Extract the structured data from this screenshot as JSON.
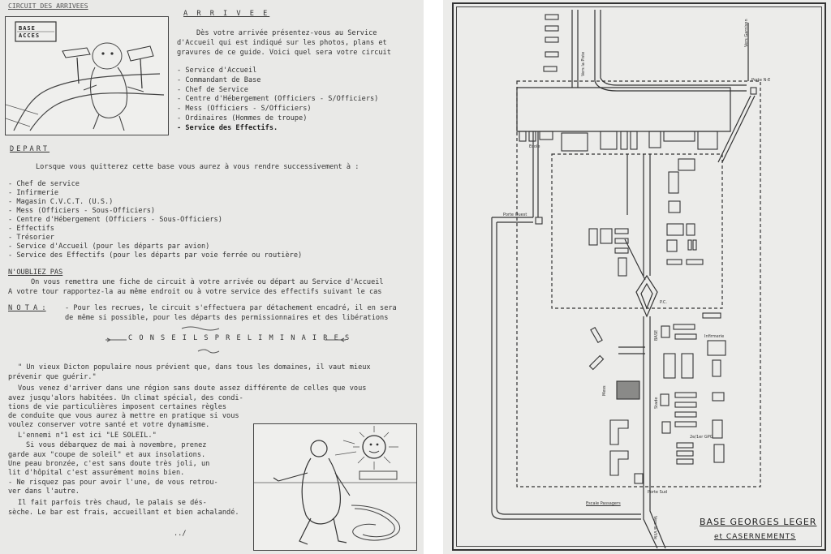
{
  "left_page": {
    "header": "CIRCUIT DES ARRIVEES",
    "sign": "BASE\nACCES",
    "arrivee": {
      "title": "A R R I V E E",
      "lines": [
        "Dès votre arrivée présentez-vous au Service",
        "d'Accueil qui est indiqué sur les photos, plans et",
        "gravures de ce guide. Voici quel sera votre circuit"
      ],
      "items": [
        "- Service d'Accueil",
        "- Commandant de Base",
        "- Chef de Service",
        "- Centre d'Hébergement (Officiers - S/Officiers)",
        "- Mess (Officiers - S/Officiers)",
        "- Ordinaires (Hommes de troupe)",
        "- Service des Effectifs."
      ]
    },
    "depart": {
      "title": "DEPART",
      "intro": "Lorsque vous quitterez cette base vous aurez à vous rendre successivement à :",
      "items": [
        "- Chef de service",
        "- Infirmerie",
        "- Magasin C.V.C.T. (U.S.)",
        "- Mess (Officiers - Sous-Officiers)",
        "- Centre d'Hébergement (Officiers - Sous-Officiers)",
        "- Effectifs",
        "- Trésorier",
        "- Service d'Accueil (pour les départs par avion)",
        "- Service des Effectifs (pour les départs par voie ferrée ou routière)"
      ]
    },
    "oubliez": {
      "title": "N'OUBLIEZ PAS",
      "lines": [
        "On vous remettra une fiche de circuit à votre arrivée ou départ au Service d'Accueil",
        "A votre tour rapportez-la au même endroit ou à votre service des effectifs suivant le cas"
      ]
    },
    "nota": {
      "title": "N O T A :",
      "lines": [
        "- Pour les recrues, le circuit s'effectuera par détachement encadré, il en sera",
        "de même si possible, pour les départs des permissionnaires et des libérations"
      ]
    },
    "conseils": {
      "title": "C O N S E I L S   P R E L I M I N A I R E S",
      "para1": [
        "\" Un vieux Dicton populaire nous prévient que, dans tous les domaines, il vaut mieux",
        "prévenir que guérir.\""
      ],
      "para2": [
        "Vous venez d'arriver dans une région sans doute assez différente de celles que vous",
        "avez jusqu'alors habitées. Un climat spécial, des condi-",
        "tions de vie particulières imposent certaines règles",
        "de conduite que vous aurez à mettre en pratique si vous",
        "voulez conserver votre santé et votre dynamisme."
      ],
      "para3": [
        "L'ennemi n°1 est ici \"LE SOLEIL.\"",
        "Si vous débarquez de mai à novembre, prenez",
        "garde aux \"coupe de soleil\" et aux insolations.",
        "Une peau bronzée, c'est sans doute très joli, un",
        "lit d'hôpital c'est assurément moins bien.",
        "- Ne risquez pas pour avoir l'une, de vous retrou-",
        "ver dans l'autre."
      ],
      "para4": [
        "Il fait parfois très chaud, le palais se dés-",
        "sèche. Le bar est frais, accueillant et bien achalandé."
      ],
      "ellipsis": "../"
    }
  },
  "map": {
    "title_line1": "BASE GEORGES LEGER",
    "title_line2": "et CASERNEMENTS",
    "labels": {
      "porte_ouest": "Porte Ouest",
      "porte_nord": "Porte N-E",
      "porte_sud": "Porte Sud",
      "pc": "P.C.",
      "ecole": "Ecole",
      "ecole_passagers": "Escale Passagers",
      "rue_ouest": "Vers la Piste",
      "rue_nord": "Vers Garnison",
      "gpg": "2e/1er GPG",
      "infirmerie": "Infirmerie",
      "base": "BASE",
      "vers_ville": "Vers la Ville",
      "hangar": "Mess",
      "stade": "Stade"
    }
  },
  "colors": {
    "paper": "#e9e9e7",
    "ink": "#2c2c2c",
    "frame": "#333333"
  }
}
